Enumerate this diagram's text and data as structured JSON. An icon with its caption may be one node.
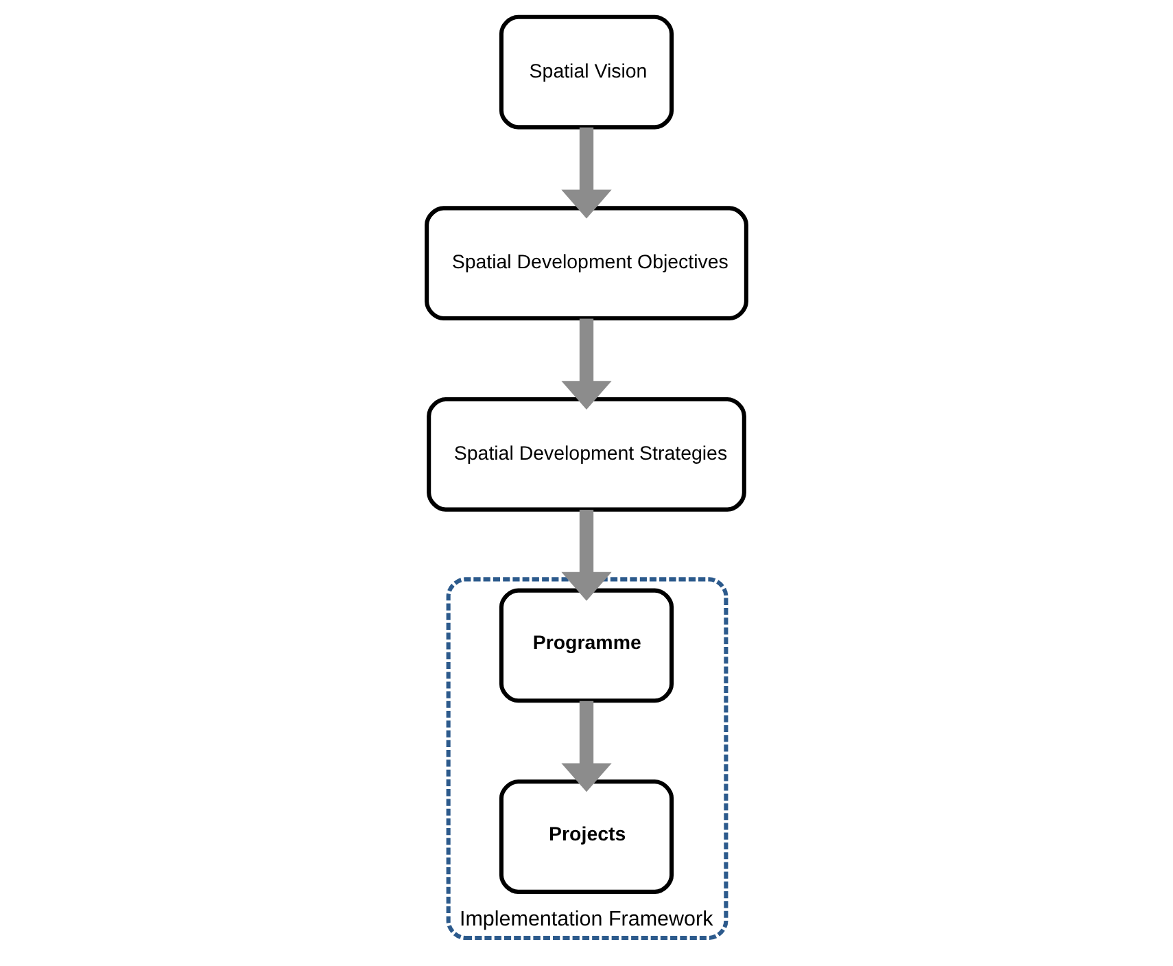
{
  "diagram": {
    "nodes": [
      {
        "text": [
          "Spatial Vision"
        ]
      },
      {
        "text": [
          "Spatial Development Objectives"
        ]
      },
      {
        "text": [
          "Spatial Development Strategies"
        ]
      },
      {
        "text": [
          "Implementation Framework"
        ]
      },
      {
        "text": [
          "Programme"
        ],
        "in": 3
      },
      {
        "text": [
          "Projects"
        ],
        "in": 3
      }
    ],
    "edges": [
      {
        "from": 0,
        "to": 1,
        "arrow": "to"
      },
      {
        "from": 1,
        "to": 2,
        "arrow": "to"
      },
      {
        "from": 2,
        "to": 4,
        "arrow": "to"
      },
      {
        "from": 4,
        "to": 5,
        "arrow": "to"
      }
    ]
  }
}
